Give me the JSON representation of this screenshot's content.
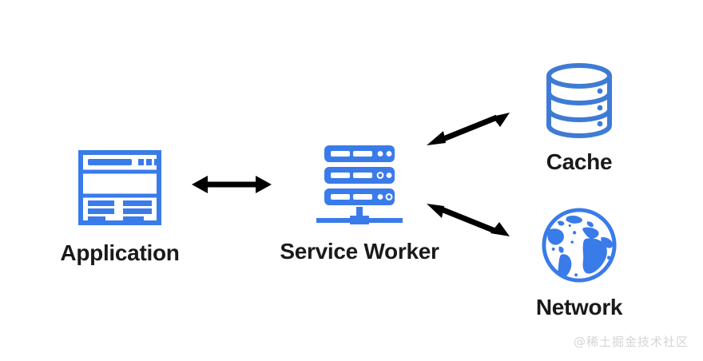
{
  "diagram": {
    "title": "Service Worker architecture diagram",
    "background_color": "#ffffff",
    "icon_color": "#3a7bea",
    "icon_color_secondary": "#3e7bd4",
    "label_color": "#1a1a1a",
    "arrow_color": "#000000",
    "nodes": [
      {
        "id": "application",
        "label": "Application",
        "icon": "browser-window-icon"
      },
      {
        "id": "service-worker",
        "label": "Service Worker",
        "icon": "server-rack-icon"
      },
      {
        "id": "cache",
        "label": "Cache",
        "icon": "database-cylinder-icon"
      },
      {
        "id": "network",
        "label": "Network",
        "icon": "globe-icon"
      }
    ],
    "connections": [
      {
        "id": "app-to-service-worker",
        "from": "application",
        "to": "service-worker",
        "style": "double-headed-arrow",
        "direction": "horizontal"
      },
      {
        "id": "service-worker-to-cache",
        "from": "service-worker",
        "to": "cache",
        "style": "double-headed-arrow",
        "direction": "diagonal-up-right"
      },
      {
        "id": "service-worker-to-network",
        "from": "service-worker",
        "to": "network",
        "style": "double-headed-arrow",
        "direction": "diagonal-down-right"
      }
    ]
  },
  "watermark": {
    "text": "@稀土掘金技术社区",
    "color": "#d5d5d5"
  }
}
